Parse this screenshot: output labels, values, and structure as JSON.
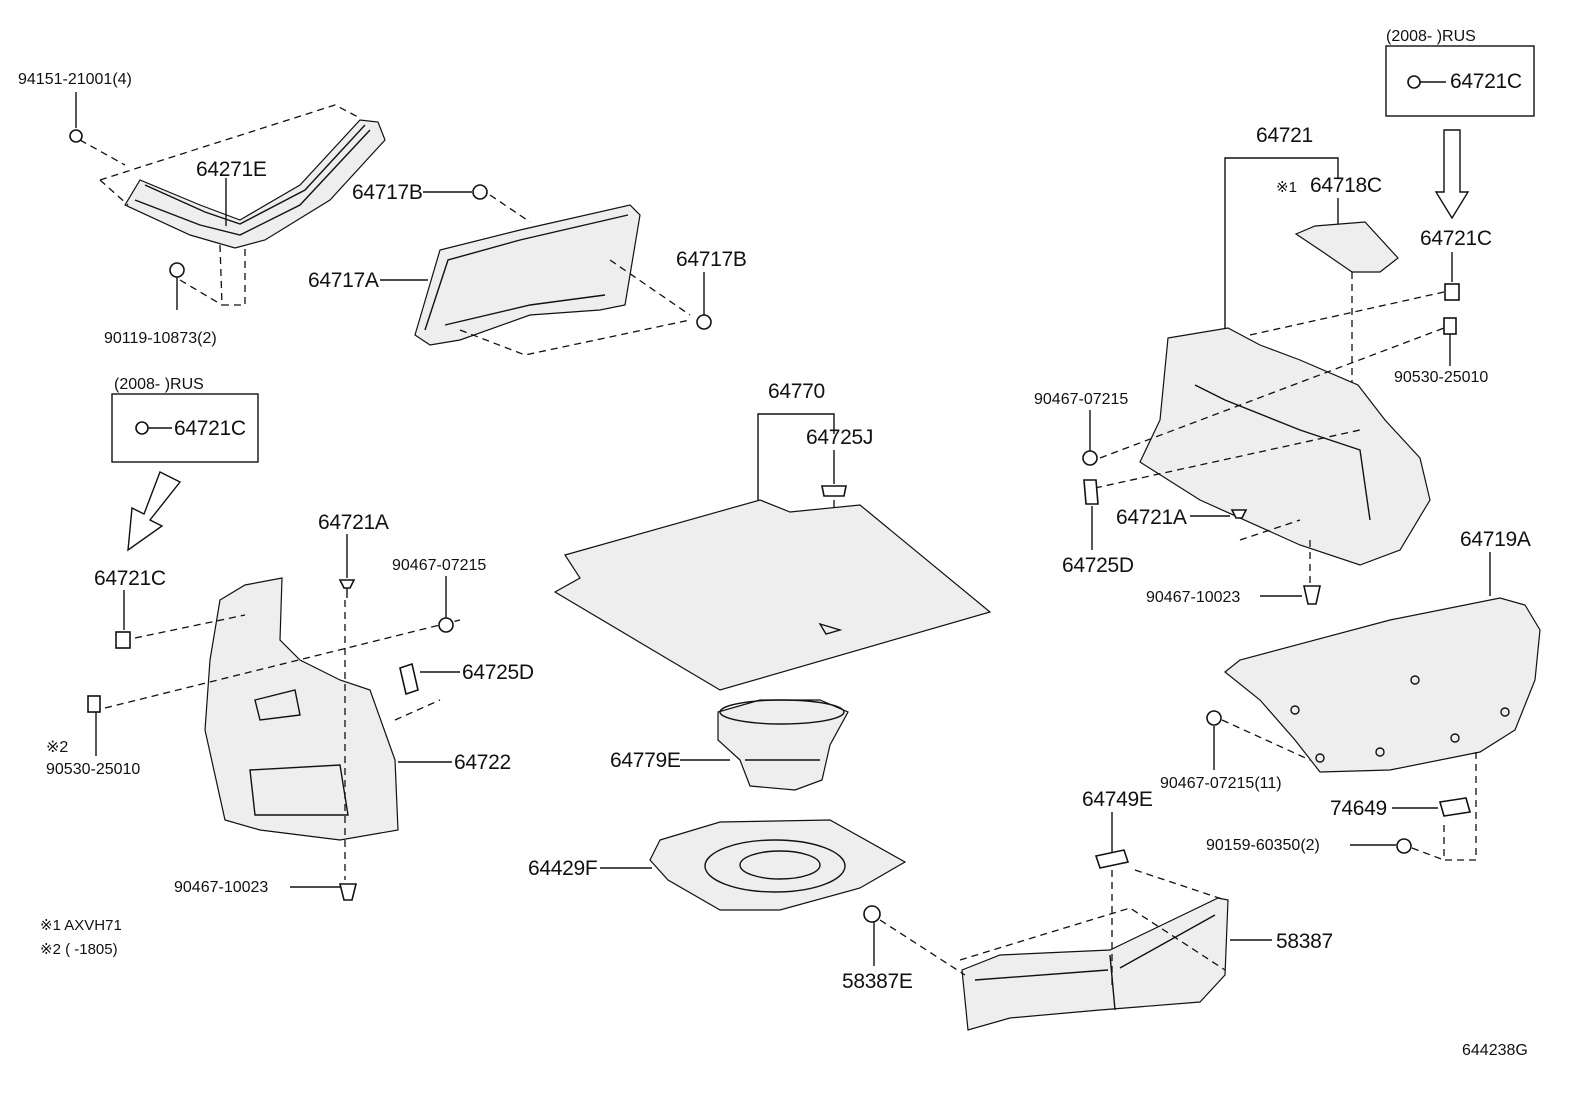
{
  "diagram_id": "644238G",
  "labels": {
    "p94151": "94151-21001(4)",
    "p64271E": "64271E",
    "p90119": "90119-10873(2)",
    "p64717B_a": "64717B",
    "p64717A": "64717A",
    "p64717B_b": "64717B",
    "box_left_range": "(2008-        )RUS",
    "box_left_part": "64721C",
    "p64721C_left": "64721C",
    "p64721A_left": "64721A",
    "p90467_07215_mid": "90467-07215",
    "p64725D_left": "64725D",
    "note2_mark": "※2",
    "p90530_left": "90530-25010",
    "p64722": "64722",
    "p90467_10023_left": "90467-10023",
    "p64770": "64770",
    "p64725J": "64725J",
    "p64779E": "64779E",
    "p64429F": "64429F",
    "p58387E": "58387E",
    "p64749E": "64749E",
    "p58387": "58387",
    "box_right_range": "(2008-        )RUS",
    "box_right_part": "64721C",
    "p64721": "64721",
    "p64718C_mark": "※1",
    "p64718C": "64718C",
    "p64721C_right": "64721C",
    "p90530_right": "90530-25010",
    "p90467_07215_right": "90467-07215",
    "p64721A_right": "64721A",
    "p64725D_right": "64725D",
    "p90467_10023_right": "90467-10023",
    "p64719A": "64719A",
    "p90467_07215_11": "90467-07215(11)",
    "p74649": "74649",
    "p90159": "90159-60350(2)",
    "note1": "※1 AXVH71",
    "note2": "※2 (        -1805)"
  }
}
